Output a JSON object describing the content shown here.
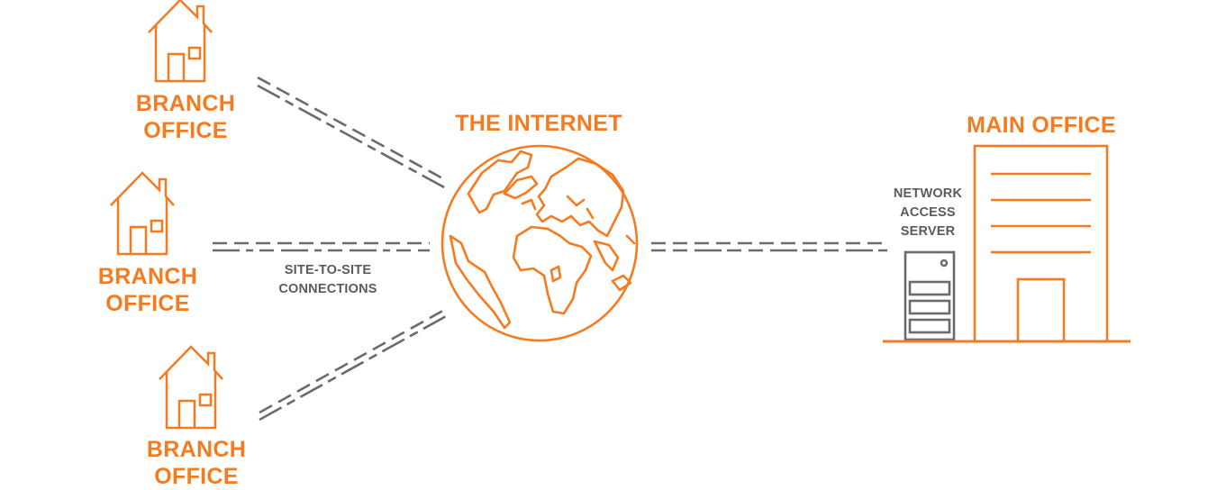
{
  "colors": {
    "accent": "#F47B20",
    "line": "#6b6b6b"
  },
  "branches": [
    {
      "label_line1": "BRANCH",
      "label_line2": "OFFICE",
      "icon": "house-icon"
    },
    {
      "label_line1": "BRANCH",
      "label_line2": "OFFICE",
      "icon": "house-icon"
    },
    {
      "label_line1": "BRANCH",
      "label_line2": "OFFICE",
      "icon": "house-icon"
    }
  ],
  "internet": {
    "label": "THE INTERNET",
    "icon": "globe-icon"
  },
  "connections": {
    "label_line1": "SITE-TO-SITE",
    "label_line2": "CONNECTIONS"
  },
  "server": {
    "label_line1": "NETWORK",
    "label_line2": "ACCESS",
    "label_line3": "SERVER",
    "icon": "server-icon"
  },
  "main_office": {
    "label": "MAIN OFFICE",
    "icon": "office-building-icon"
  }
}
